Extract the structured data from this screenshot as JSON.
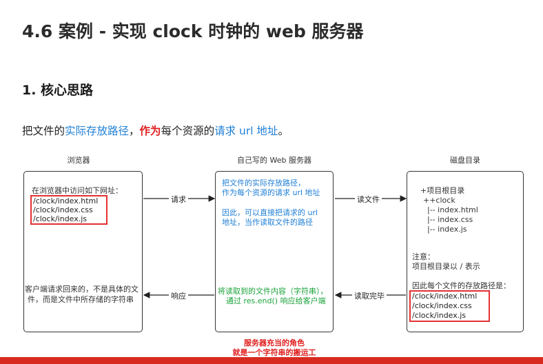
{
  "title": "4.6 案例 - 实现 clock 时钟的 web 服务器",
  "subtitle": "1. 核心思路",
  "sentence": {
    "part1": "把文件的",
    "part2": "实际存放路径",
    "part3": "，",
    "part4": "作为",
    "part5": "每个资源的",
    "part6": "请求 url 地址",
    "part7": "。"
  },
  "columns": {
    "browser": "浏览器",
    "server": "自己写的 Web 服务器",
    "disk": "磁盘目录"
  },
  "browser_box": {
    "intro": "在浏览器中访问如下网址：",
    "urls": [
      "/clock/index.html",
      "/clock/index.css",
      "/clock/index.js"
    ],
    "bottom_line1": "客户端请求回来的，不是具体的文",
    "bottom_line2": "件，而是文件中所存储的字符串"
  },
  "server_box": {
    "line1": "把文件的实际存放路径，",
    "line2": "作为每个资源的请求 url 地址",
    "line3": "因此，可以直接把请求的 url",
    "line4": "地址，当作读取文件的路径",
    "green1": "将读取到的文件内容（字符串），",
    "green2": "通过 res.end() 响应给客户端"
  },
  "disk_box": {
    "tree": [
      "+项目根目录",
      "++clock",
      "|-- index.html",
      "|-- index.css",
      "|-- index.js"
    ],
    "note1": "注意：",
    "note2": "项目根目录以 / 表示",
    "note3": "因此每个文件的存放路径是：",
    "paths": [
      "/clock/index.html",
      "/clock/index.css",
      "/clock/index.js"
    ]
  },
  "arrows": {
    "request": "请求",
    "read_file": "读文件",
    "response": "响应",
    "read_done": "读取完毕"
  },
  "footer_note": {
    "line1": "服务器充当的角色",
    "line2": "就是一个字符串的搬运工"
  },
  "colors": {
    "accent_blue": "#1f7fd6",
    "accent_red": "#e02020",
    "accent_green": "#1aa33a",
    "bottom_bar": "#d82a1f"
  }
}
